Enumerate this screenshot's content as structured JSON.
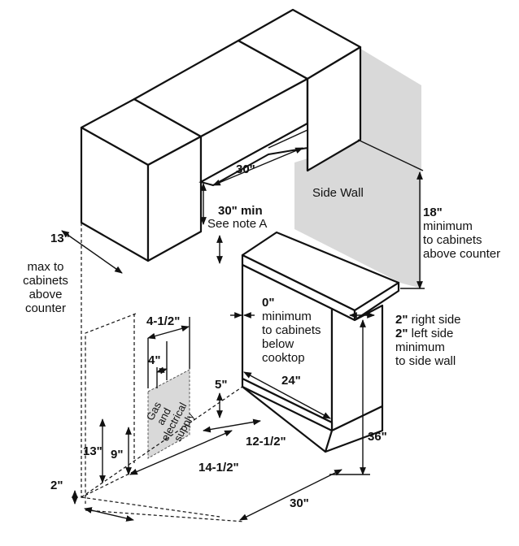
{
  "labels": {
    "dim_30_upper": "30\"",
    "dim_30_min": "30\" min",
    "see_note": "See note A",
    "side_wall": "Side Wall",
    "dim_18": "18\"",
    "min_18_line1": "minimum",
    "min_18_line2": "to cabinets",
    "min_18_line3": "above counter",
    "dim_13_top": "13\"",
    "max13_line1": "max to",
    "max13_line2": "cabinets",
    "max13_line3": "above",
    "max13_line4": "counter",
    "dim_0": "0\"",
    "min0_line1": "minimum",
    "min0_line2": "to cabinets",
    "min0_line3": "below",
    "min0_line4": "cooktop",
    "dim_2_right": "2\"",
    "right_side": " right side",
    "dim_2_left": "2\"",
    "left_side": " left side",
    "minimum": "minimum",
    "to_side_wall": "to side wall",
    "dim_4_half": "4-1/2\"",
    "dim_4": "4\"",
    "dim_5": "5\"",
    "dim_24": "24\"",
    "dim_13_low": "13\"",
    "dim_9": "9\"",
    "dim_12_half": "12-1/2\"",
    "dim_36": "36\"",
    "dim_14_half": "14-1/2\"",
    "dim_2_low": "2\"",
    "dim_30_bottom": "30\"",
    "gas_line1": "Gas",
    "gas_line2": "and",
    "gas_line3": "electrical",
    "gas_line4": "supply"
  },
  "colors": {
    "line": "#111111",
    "shading": "#d9d9d9"
  }
}
